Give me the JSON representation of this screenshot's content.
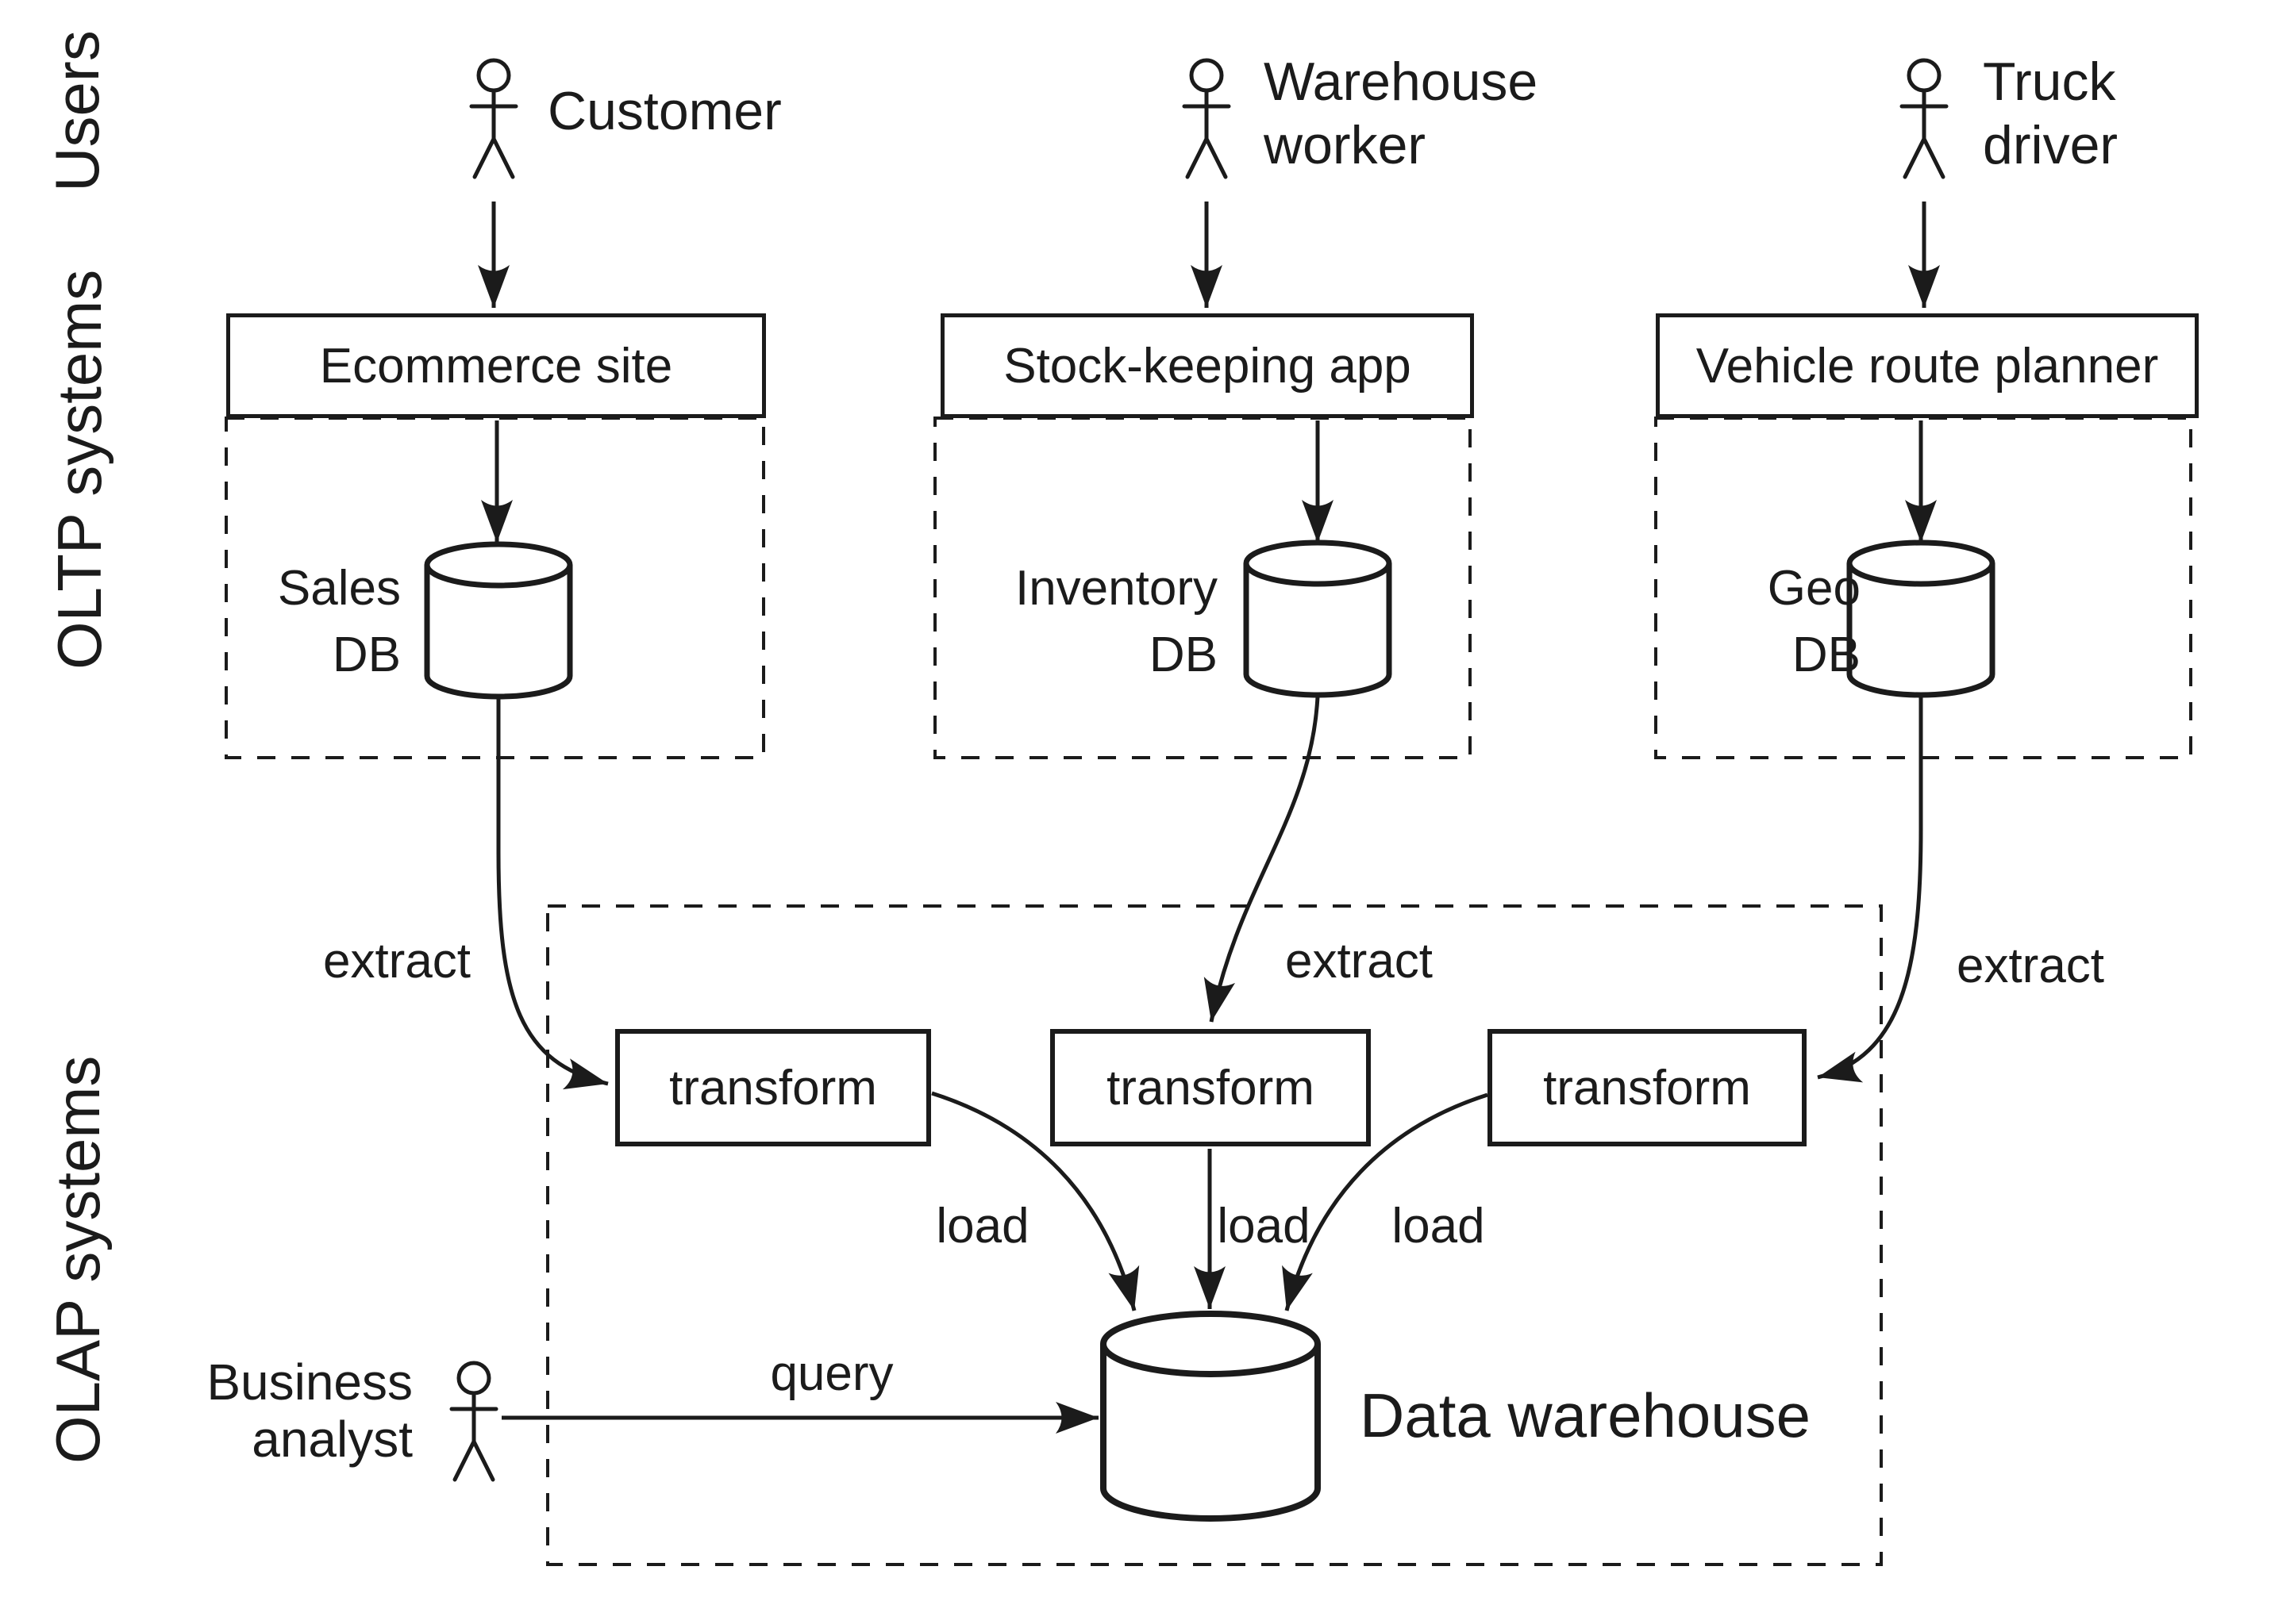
{
  "page": {
    "background": "#ffffff",
    "ink": "#1b1b1b"
  },
  "lanes": {
    "users": "Users",
    "oltp": "OLTP systems",
    "olap": "OLAP systems"
  },
  "columns": [
    {
      "actor_lines": [
        "Customer"
      ],
      "app": "Ecommerce site",
      "db_lines": [
        "Sales",
        "DB"
      ],
      "extract": "extract",
      "transform": "transform",
      "load": "load"
    },
    {
      "actor_lines": [
        "Warehouse",
        "worker"
      ],
      "app": "Stock-keeping app",
      "db_lines": [
        "Inventory",
        "DB"
      ],
      "extract": "extract",
      "transform": "transform",
      "load": "load"
    },
    {
      "actor_lines": [
        "Truck",
        "driver"
      ],
      "app": "Vehicle route planner",
      "db_lines": [
        "Geo",
        "DB"
      ],
      "extract": "extract",
      "transform": "transform",
      "load": "load"
    }
  ],
  "warehouse_label": "Data warehouse",
  "analyst": {
    "lines": [
      "Business",
      "analyst"
    ],
    "query": "query"
  }
}
